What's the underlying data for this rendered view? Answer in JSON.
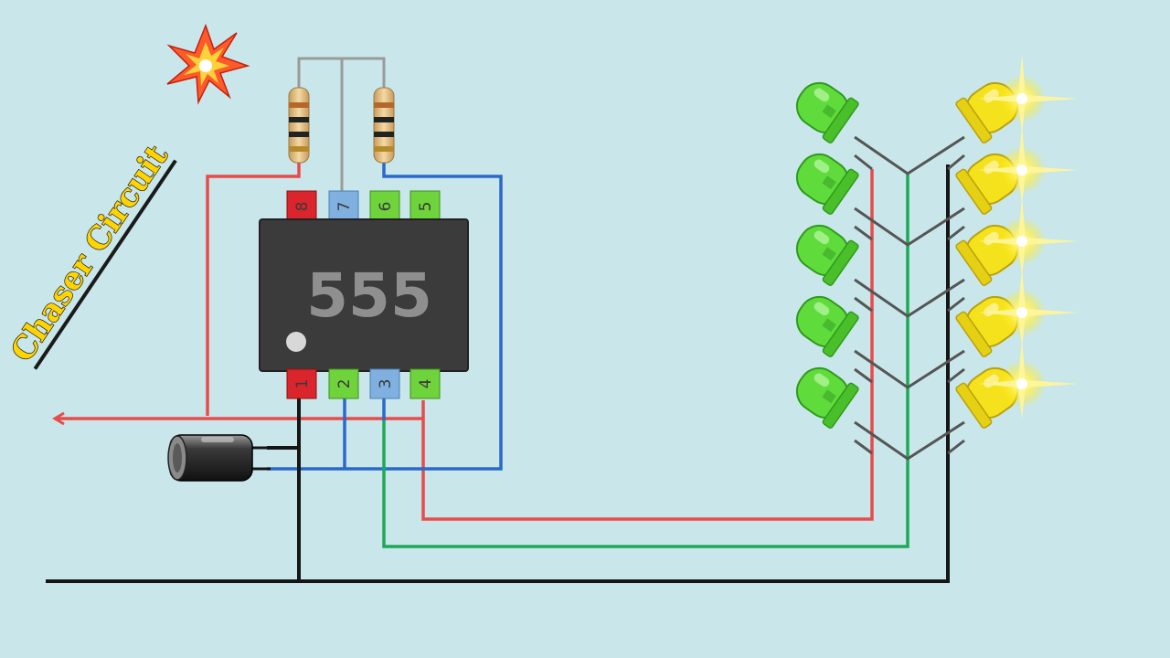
{
  "title": "Chaser Circuit",
  "chip": {
    "label": "555",
    "pins_top": [
      "8",
      "7",
      "6",
      "5"
    ],
    "pins_bottom": [
      "1",
      "2",
      "3",
      "4"
    ]
  },
  "colors": {
    "background": "#c9e7ea",
    "red_wire": "#e84b4b",
    "blue_wire": "#2b68c9",
    "green_wire": "#1fa85a",
    "black_wire": "#151515",
    "led_green": "#5fdc3c",
    "led_yellow": "#f4e21c",
    "chip_body": "#3b3b3b",
    "pin_red": "#d9252b",
    "pin_blue": "#7fb0e0",
    "pin_green": "#6fd33b",
    "title_text": "#ffd400"
  },
  "leds": {
    "green_count": 5,
    "yellow_count": 5,
    "yellow_state": "glowing"
  }
}
